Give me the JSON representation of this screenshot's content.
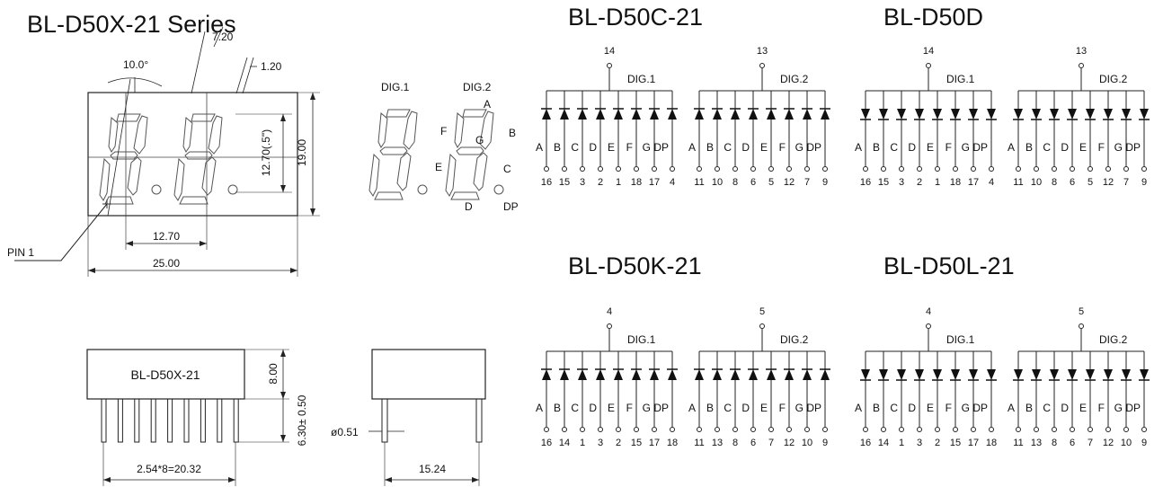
{
  "main_title": "BL-D50X-21 Series",
  "package": {
    "dims": {
      "angle": "10.0°",
      "top_offset": "7.20",
      "seg_thickness": "1.20",
      "digit_height": "12.70(.5\")",
      "height": "19.00",
      "digit_pitch": "12.70",
      "width": "25.00"
    },
    "pin1_label": "PIN 1"
  },
  "segment_labels": {
    "dig1": "DIG.1",
    "dig2": "DIG.2",
    "segments": [
      "A",
      "B",
      "C",
      "D",
      "E",
      "F",
      "G",
      "DP"
    ]
  },
  "side_view": {
    "part_label": "BL-D50X-21",
    "body_height": "8.00",
    "pin_length": "6.30± 0.50",
    "pin_span": "2.54*8=20.32",
    "pin_diameter": "ø0.51",
    "row_span": "15.24"
  },
  "circuits": [
    {
      "title": "BL-D50C-21",
      "arrow": "up",
      "digits": [
        {
          "label": "DIG.1",
          "common_pin": "14",
          "pins": [
            "16",
            "15",
            "3",
            "2",
            "1",
            "18",
            "17",
            "4"
          ]
        },
        {
          "label": "DIG.2",
          "common_pin": "13",
          "pins": [
            "11",
            "10",
            "8",
            "6",
            "5",
            "12",
            "7",
            "9"
          ]
        }
      ]
    },
    {
      "title": "BL-D50D",
      "arrow": "down",
      "digits": [
        {
          "label": "DIG.1",
          "common_pin": "14",
          "pins": [
            "16",
            "15",
            "3",
            "2",
            "1",
            "18",
            "17",
            "4"
          ]
        },
        {
          "label": "DIG.2",
          "common_pin": "13",
          "pins": [
            "11",
            "10",
            "8",
            "6",
            "5",
            "12",
            "7",
            "9"
          ]
        }
      ]
    },
    {
      "title": "BL-D50K-21",
      "arrow": "up",
      "digits": [
        {
          "label": "DIG.1",
          "common_pin": "4",
          "pins": [
            "16",
            "14",
            "1",
            "3",
            "2",
            "15",
            "17",
            "18"
          ]
        },
        {
          "label": "DIG.2",
          "common_pin": "5",
          "pins": [
            "11",
            "13",
            "8",
            "6",
            "7",
            "12",
            "10",
            "9"
          ]
        }
      ]
    },
    {
      "title": "BL-D50L-21",
      "arrow": "down",
      "digits": [
        {
          "label": "DIG.1",
          "common_pin": "4",
          "pins": [
            "16",
            "14",
            "1",
            "3",
            "2",
            "15",
            "17",
            "18"
          ]
        },
        {
          "label": "DIG.2",
          "common_pin": "5",
          "pins": [
            "11",
            "13",
            "8",
            "6",
            "7",
            "12",
            "10",
            "9"
          ]
        }
      ]
    }
  ]
}
